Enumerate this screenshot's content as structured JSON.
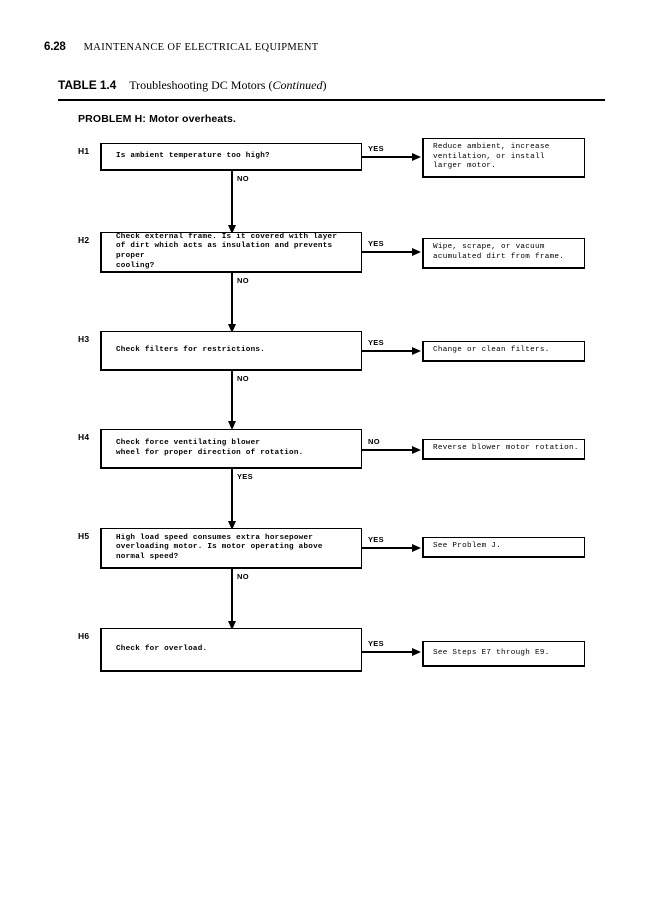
{
  "page": {
    "folio": "6.28",
    "running_head": "MAINTENANCE OF ELECTRICAL EQUIPMENT"
  },
  "table": {
    "number_label": "TABLE 1.4",
    "title": "Troubleshooting DC Motors (",
    "continued": "Continued",
    "title_end": ")"
  },
  "problem": {
    "heading": "PROBLEM H: Motor overheats."
  },
  "flow": {
    "steps": [
      {
        "id": "H1",
        "question": "Is ambient temperature too high?",
        "branch_right_label": "YES",
        "branch_down_label": "NO",
        "action": "Reduce ambient, increase\nventilation, or install\nlarger motor."
      },
      {
        "id": "H2",
        "question": "Check external frame.  Is it covered with layer\nof dirt which acts as insulation and prevents proper\ncooling?",
        "branch_right_label": "YES",
        "branch_down_label": "NO",
        "action": "Wipe, scrape, or vacuum\nacumulated dirt from frame."
      },
      {
        "id": "H3",
        "question": "Check filters for restrictions.",
        "branch_right_label": "YES",
        "branch_down_label": "NO",
        "action": "Change or clean filters."
      },
      {
        "id": "H4",
        "question": "Check force ventilating blower\nwheel for proper direction of rotation.",
        "branch_right_label": "NO",
        "branch_down_label": "YES",
        "action": "Reverse blower motor rotation."
      },
      {
        "id": "H5",
        "question": "High load speed consumes extra horsepower\noverloading motor.  Is motor operating above\nnormal speed?",
        "branch_right_label": "YES",
        "branch_down_label": "NO",
        "action": "See Problem J."
      },
      {
        "id": "H6",
        "question": "Check for overload.",
        "branch_right_label": "YES",
        "branch_down_label": "",
        "action": "See Steps E7 through E9."
      }
    ]
  }
}
